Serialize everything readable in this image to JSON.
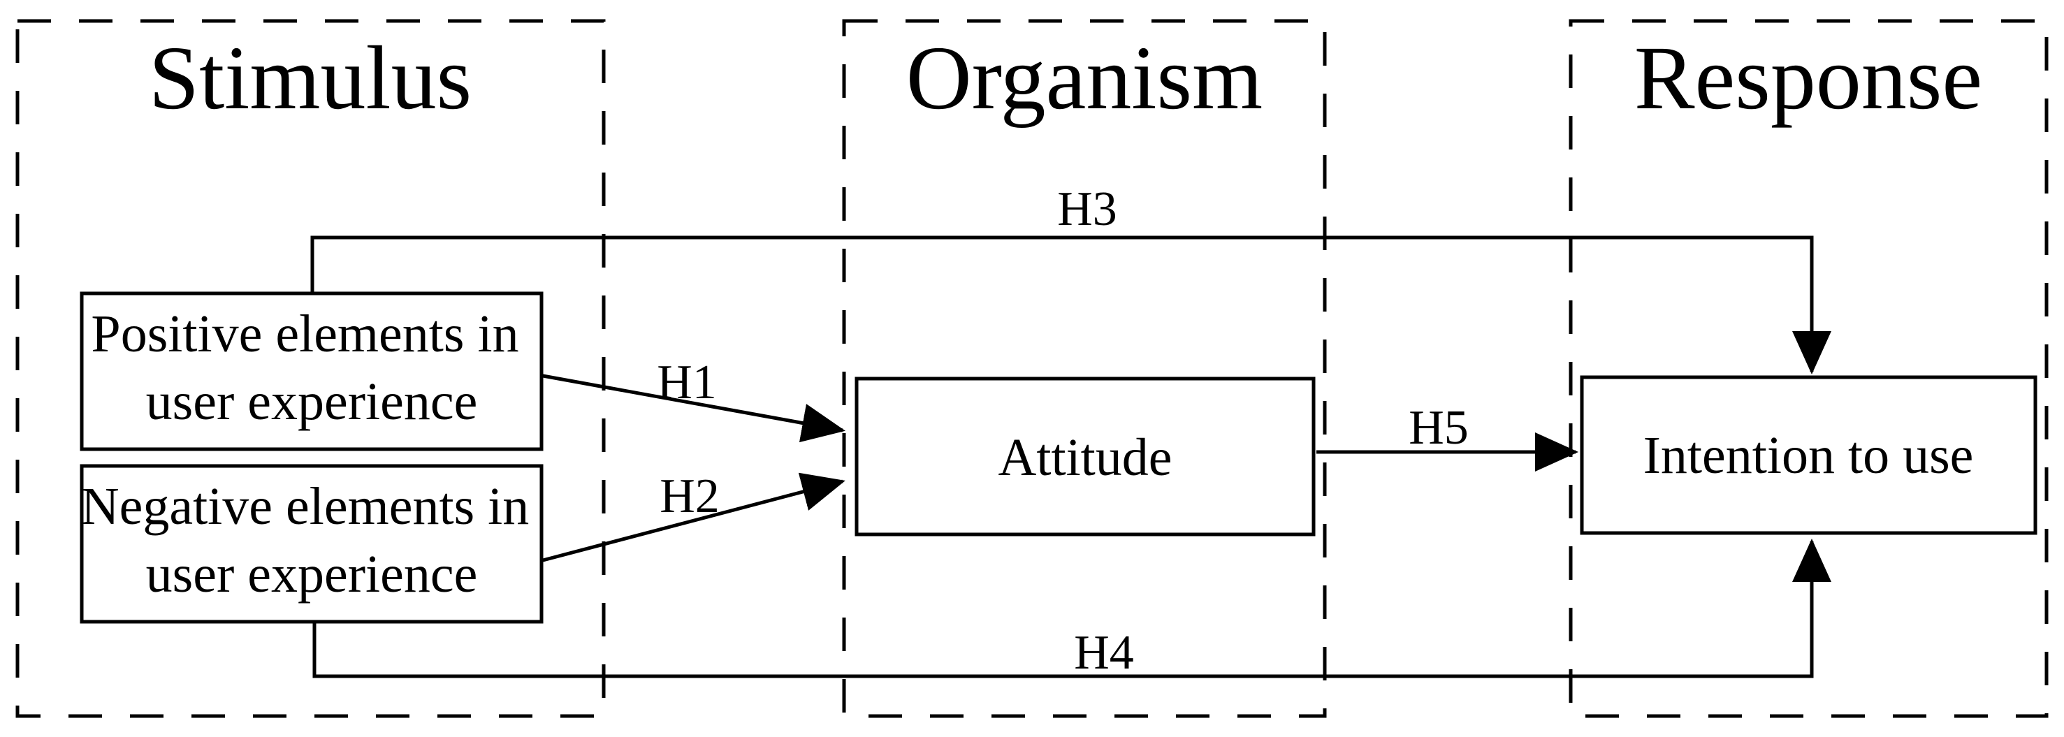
{
  "figure": {
    "type": "conceptual-model-diagram",
    "framework": "Stimulus-Organism-Response",
    "colors": {
      "line": "#000000",
      "text": "#000000",
      "background": "#ffffff"
    },
    "panels": [
      {
        "id": "stimulus",
        "title": "Stimulus"
      },
      {
        "id": "organism",
        "title": "Organism"
      },
      {
        "id": "response",
        "title": "Response"
      }
    ],
    "nodes": [
      {
        "id": "positive-elements",
        "panel": "Stimulus",
        "lines": [
          "Positive elements in",
          "user experience"
        ]
      },
      {
        "id": "negative-elements",
        "panel": "Stimulus",
        "lines": [
          "Negative elements in",
          "user experience"
        ]
      },
      {
        "id": "attitude",
        "panel": "Organism",
        "lines": [
          "Attitude"
        ]
      },
      {
        "id": "intention-to-use",
        "panel": "Response",
        "lines": [
          "Intention to use"
        ]
      }
    ],
    "hypotheses": [
      {
        "label": "H1",
        "from": "Positive elements in user experience",
        "to": "Attitude"
      },
      {
        "label": "H2",
        "from": "Negative elements in user experience",
        "to": "Attitude"
      },
      {
        "label": "H3",
        "from": "Positive elements in user experience",
        "to": "Intention to use"
      },
      {
        "label": "H4",
        "from": "Negative elements in user experience",
        "to": "Intention to use"
      },
      {
        "label": "H5",
        "from": "Attitude",
        "to": "Intention to use"
      }
    ]
  }
}
